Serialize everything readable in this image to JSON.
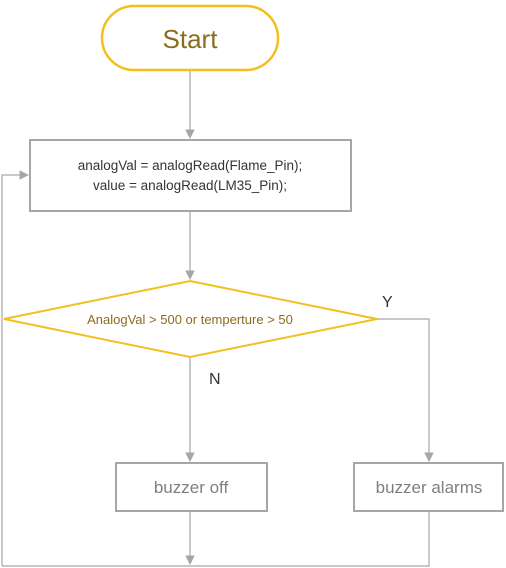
{
  "start": {
    "label": "Start"
  },
  "process": {
    "line1": "analogVal = analogRead(Flame_Pin);",
    "line2": "value = analogRead(LM35_Pin);"
  },
  "decision": {
    "condition": "AnalogVal > 500 or temperture > 50",
    "yes_label": "Y",
    "no_label": "N"
  },
  "actions": {
    "off_label": "buzzer off",
    "alarm_label": "buzzer alarms"
  },
  "colors": {
    "accent": "#f2c01e",
    "line": "#a6a6a6",
    "box_border": "#a6a6a6",
    "accent_text": "#8a6d1a"
  }
}
